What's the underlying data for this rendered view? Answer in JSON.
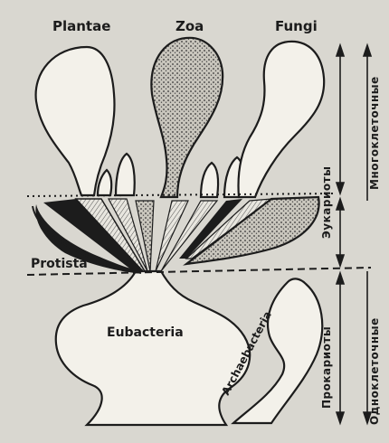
{
  "labels": {
    "plantae": "Plantae",
    "zoa": "Zoa",
    "fungi": "Fungi",
    "protista": "Protista",
    "eubacteria": "Eubacteria",
    "archaebacteria": "Archaebacteria"
  },
  "side_labels": {
    "multicellular_top": "Многоклеточные",
    "eukaryotes": "Эукариоты",
    "prokaryotes": "Прокариоты",
    "unicellular": "Одноклеточные"
  },
  "colors": {
    "ink": "#1c1c1c",
    "paper": "#d9d7d0",
    "fill_light": "#f3f1ea"
  }
}
